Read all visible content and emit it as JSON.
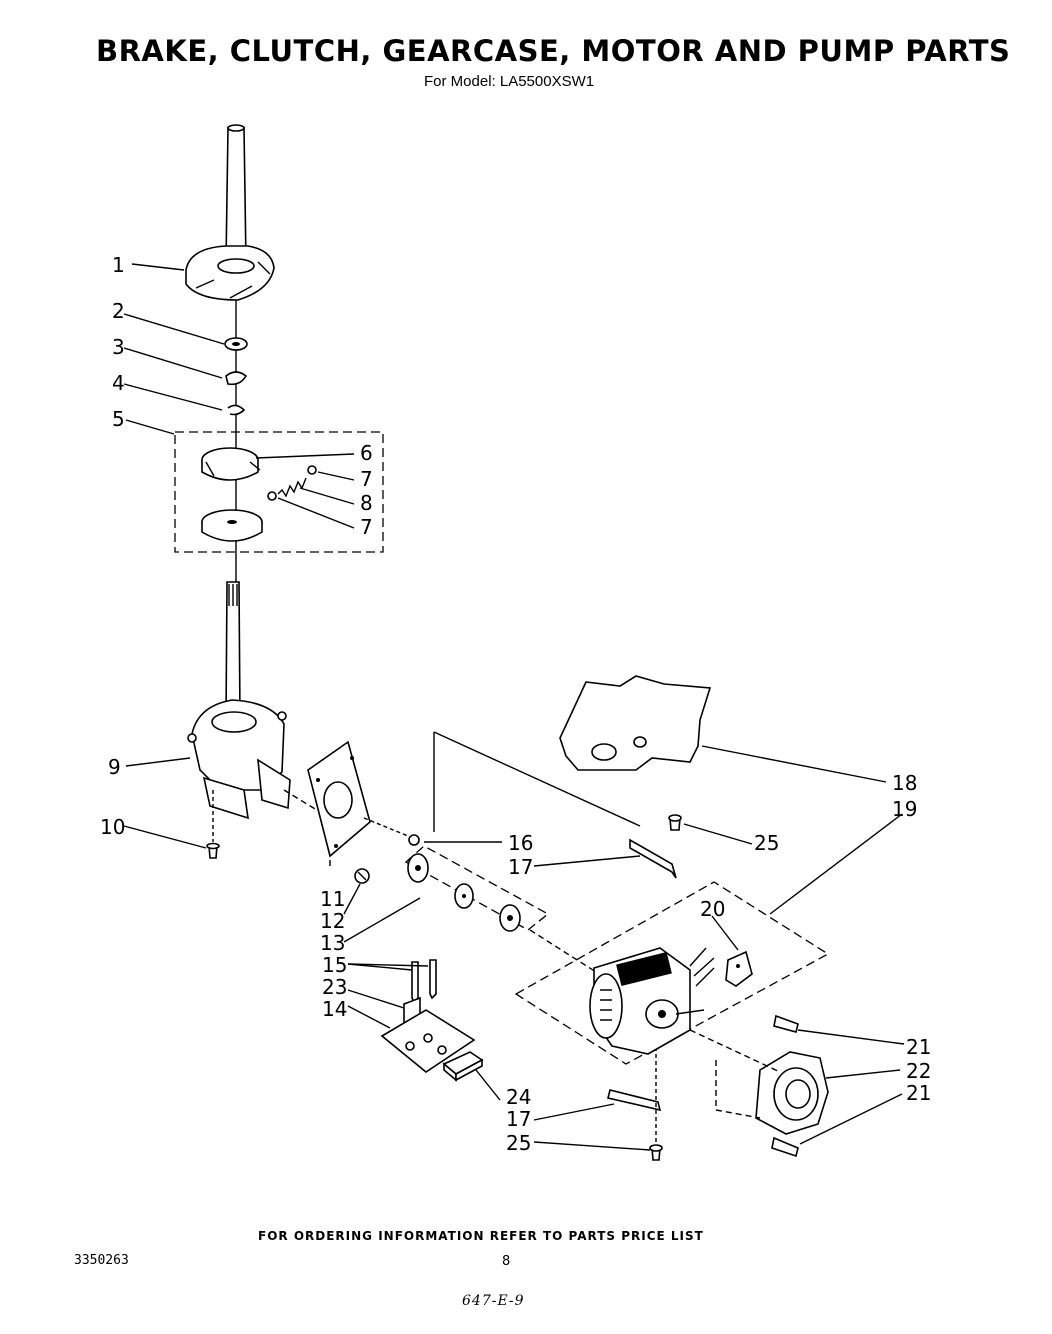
{
  "header": {
    "title": "BRAKE, CLUTCH, GEARCASE, MOTOR AND PUMP PARTS",
    "subtitle": "For Model: LA5500XSW1"
  },
  "callouts": {
    "c1": "1",
    "c2": "2",
    "c3": "3",
    "c4": "4",
    "c5": "5",
    "c6": "6",
    "c7a": "7",
    "c8": "8",
    "c7b": "7",
    "c9": "9",
    "c10": "10",
    "c11": "11",
    "c12": "12",
    "c13": "13",
    "c15": "15",
    "c23": "23",
    "c14": "14",
    "c16": "16",
    "c17a": "17",
    "c18": "18",
    "c19": "19",
    "c25a": "25",
    "c20": "20",
    "c21a": "21",
    "c22": "22",
    "c21b": "21",
    "c24": "24",
    "c17b": "17",
    "c25b": "25"
  },
  "footer": {
    "note": "FOR ORDERING INFORMATION REFER TO PARTS PRICE LIST",
    "doc_number": "3350263",
    "page_number": "8",
    "handwritten": "647-E-9"
  }
}
